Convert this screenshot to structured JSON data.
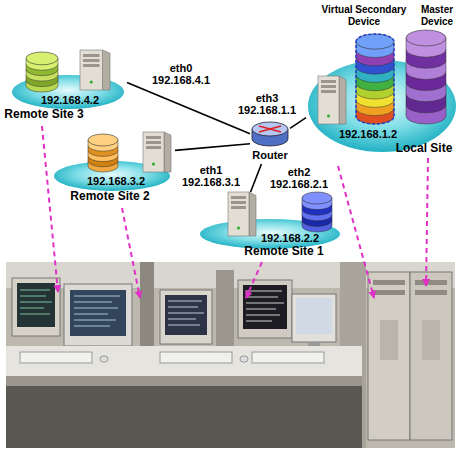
{
  "diagram": {
    "nodes": [
      {
        "text": [
          "192.168.4.2",
          "Remote Site 3"
        ]
      },
      {
        "text": [
          "192.168.3.2",
          "Remote Site 2"
        ]
      },
      {
        "text": [
          "192.168.2.2",
          "Remote Site 1"
        ]
      },
      {
        "text": [
          "192.168.1.2",
          "Local Site"
        ]
      },
      {
        "text": [
          "Router"
        ]
      }
    ],
    "edges": [
      {
        "from": 0,
        "to": 4,
        "label": "eth0 192.168.4.1",
        "arrow": "none"
      },
      {
        "from": 1,
        "to": 4,
        "label": "eth1 192.168.3.1",
        "arrow": "none"
      },
      {
        "from": 2,
        "to": 4,
        "label": "eth2 192.168.2.1",
        "arrow": "none"
      },
      {
        "from": 4,
        "to": 3,
        "label": "eth3 192.168.1.1",
        "arrow": "none"
      }
    ],
    "labels": [
      "Virtual Secondary Device",
      "Master Device"
    ]
  }
}
